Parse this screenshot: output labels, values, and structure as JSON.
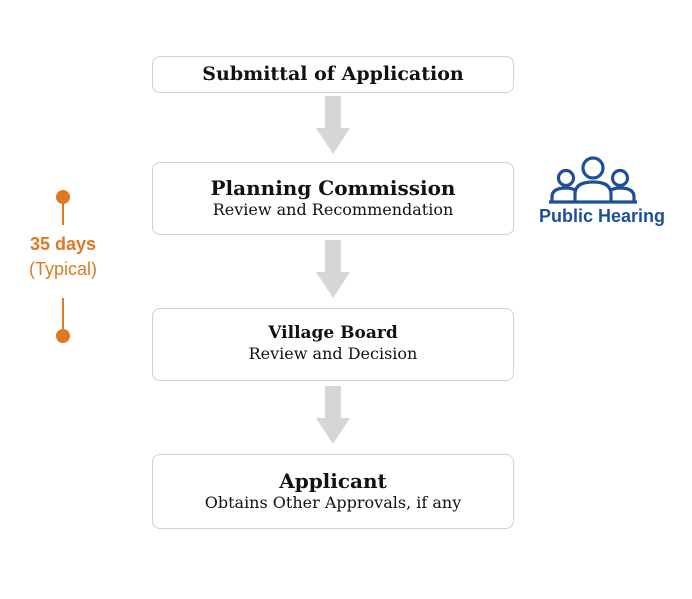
{
  "steps": [
    {
      "title": "Submittal of Application",
      "subtitle": ""
    },
    {
      "title": "Planning Commission",
      "subtitle": "Review and Recommendation"
    },
    {
      "title": "Village Board",
      "subtitle": "Review and Decision"
    },
    {
      "title": "Applicant",
      "subtitle": "Obtains Other Approvals, if any"
    }
  ],
  "timeline": {
    "days": "35 days",
    "note": "(Typical)",
    "color": "#dd7a1f"
  },
  "public_hearing": {
    "label": "Public Hearing",
    "icon": "people-group-icon",
    "color": "#1f4e9a"
  },
  "colors": {
    "arrow": "#d6d6d6",
    "box_border": "#d0d0d0"
  }
}
